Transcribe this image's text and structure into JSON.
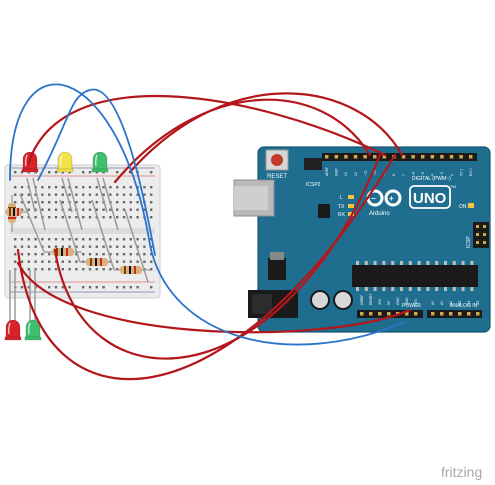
{
  "board": {
    "reset_label": "RESET",
    "icsp2_label": "ICSP2",
    "icsp_label": "ICSP",
    "l_label": "L",
    "tx_label": "TX",
    "rx_label": "RX",
    "on_label": "ON",
    "digital_label": "DIGITAL (PWM~)",
    "brand_label": "Arduino",
    "model_label": "UNO",
    "power_label": "POWER",
    "analog_label": "ANALOG IN",
    "tm_label": "TM",
    "digital_pin_labels": [
      "AREF",
      "GND",
      "13",
      "12",
      "~11",
      "~10",
      "~9",
      "8",
      "7",
      "~6",
      "~5",
      "4",
      "~3",
      "2",
      "TX 1",
      "RX 0"
    ],
    "power_pin_labels": [
      "IOREF",
      "RESET",
      "3V3",
      "5V",
      "GND",
      "GND",
      "VIN"
    ],
    "analog_pin_labels": [
      "A0",
      "A1",
      "A2",
      "A3",
      "A4",
      "A5"
    ]
  },
  "components": {
    "leds_top": [
      {
        "name": "led-red-top",
        "color": "#d9232b"
      },
      {
        "name": "led-yellow-top",
        "color": "#f2e14a"
      },
      {
        "name": "led-green-top",
        "color": "#3fbf6e"
      }
    ],
    "leds_bottom": [
      {
        "name": "led-red-bottom",
        "color": "#d9232b"
      },
      {
        "name": "led-green-bottom",
        "color": "#3fbf6e"
      }
    ]
  },
  "wire_colors": {
    "red": "#b3161b",
    "blue": "#2c74c8"
  },
  "colors": {
    "board_blue": "#1f6e8f",
    "breadboard": "#ececec"
  },
  "watermark": {
    "text": "fritzing"
  }
}
